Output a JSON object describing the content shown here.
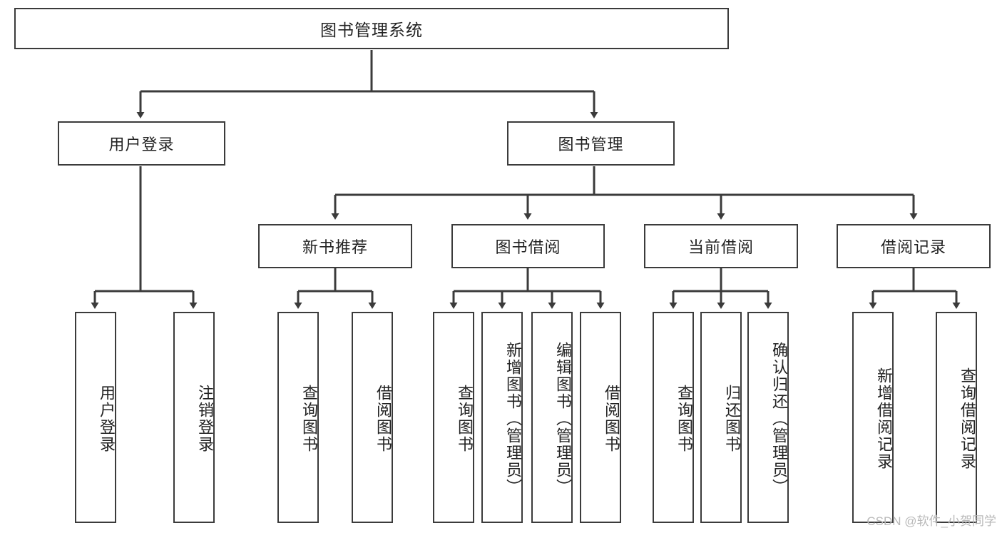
{
  "diagram": {
    "title": "图书管理系统",
    "type": "hierarchy-tree",
    "orientation": "top-down",
    "colors": {
      "box_border": "#3b3b3b",
      "box_fill": "#ffffff",
      "connector": "#3b3b3b",
      "text": "#222222",
      "watermark": "#b9b9b9"
    },
    "root": {
      "label": "图书管理系统"
    },
    "level1": [
      {
        "label": "用户登录"
      },
      {
        "label": "图书管理"
      }
    ],
    "level2": [
      {
        "label": "新书推荐"
      },
      {
        "label": "图书借阅"
      },
      {
        "label": "当前借阅"
      },
      {
        "label": "借阅记录"
      }
    ],
    "leaves": {
      "user_login": [
        {
          "label": "用户登录"
        },
        {
          "label": "注销登录"
        }
      ],
      "new_book_recommendation": [
        {
          "label": "查询图书"
        },
        {
          "label": "借阅图书"
        }
      ],
      "book_borrow": [
        {
          "label": "查询图书"
        },
        {
          "label": "新增图书（管理员）"
        },
        {
          "label": "编辑图书（管理员）"
        },
        {
          "label": "借阅图书"
        }
      ],
      "current_borrow": [
        {
          "label": "查询图书"
        },
        {
          "label": "归还图书"
        },
        {
          "label": "确认归还（管理员）"
        }
      ],
      "borrow_record": [
        {
          "label": "新增借阅记录"
        },
        {
          "label": "查询借阅记录"
        }
      ]
    }
  },
  "watermark": {
    "text": "CSDN @软件_小贺同学"
  }
}
